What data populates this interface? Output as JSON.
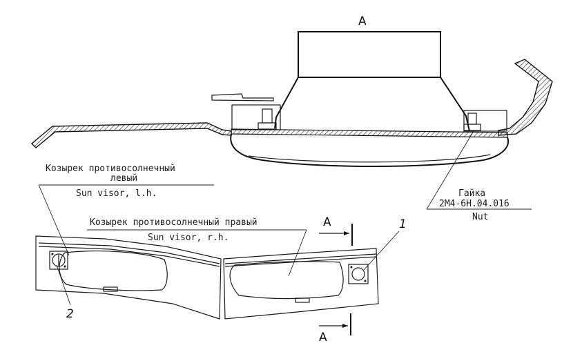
{
  "section": {
    "view_label": "A",
    "cut_label_top": "A",
    "cut_label_bottom": "A"
  },
  "callouts": {
    "left_visor_ru": "Козырек противосолнечный",
    "left_visor_ru_2": "левый",
    "left_visor_en": "Sun visor, l.h.",
    "right_visor_ru": "Козырек противосолнечный правый",
    "right_visor_en": "Sun visor, r.h.",
    "nut_ru": "Гайка",
    "nut_part": "2М4-6Н.04.016",
    "nut_en": "Nut",
    "item_1": "1",
    "item_2": "2"
  },
  "colors": {
    "line": "#1a1a1a",
    "paper": "#ffffff",
    "hatch": "#444444"
  }
}
